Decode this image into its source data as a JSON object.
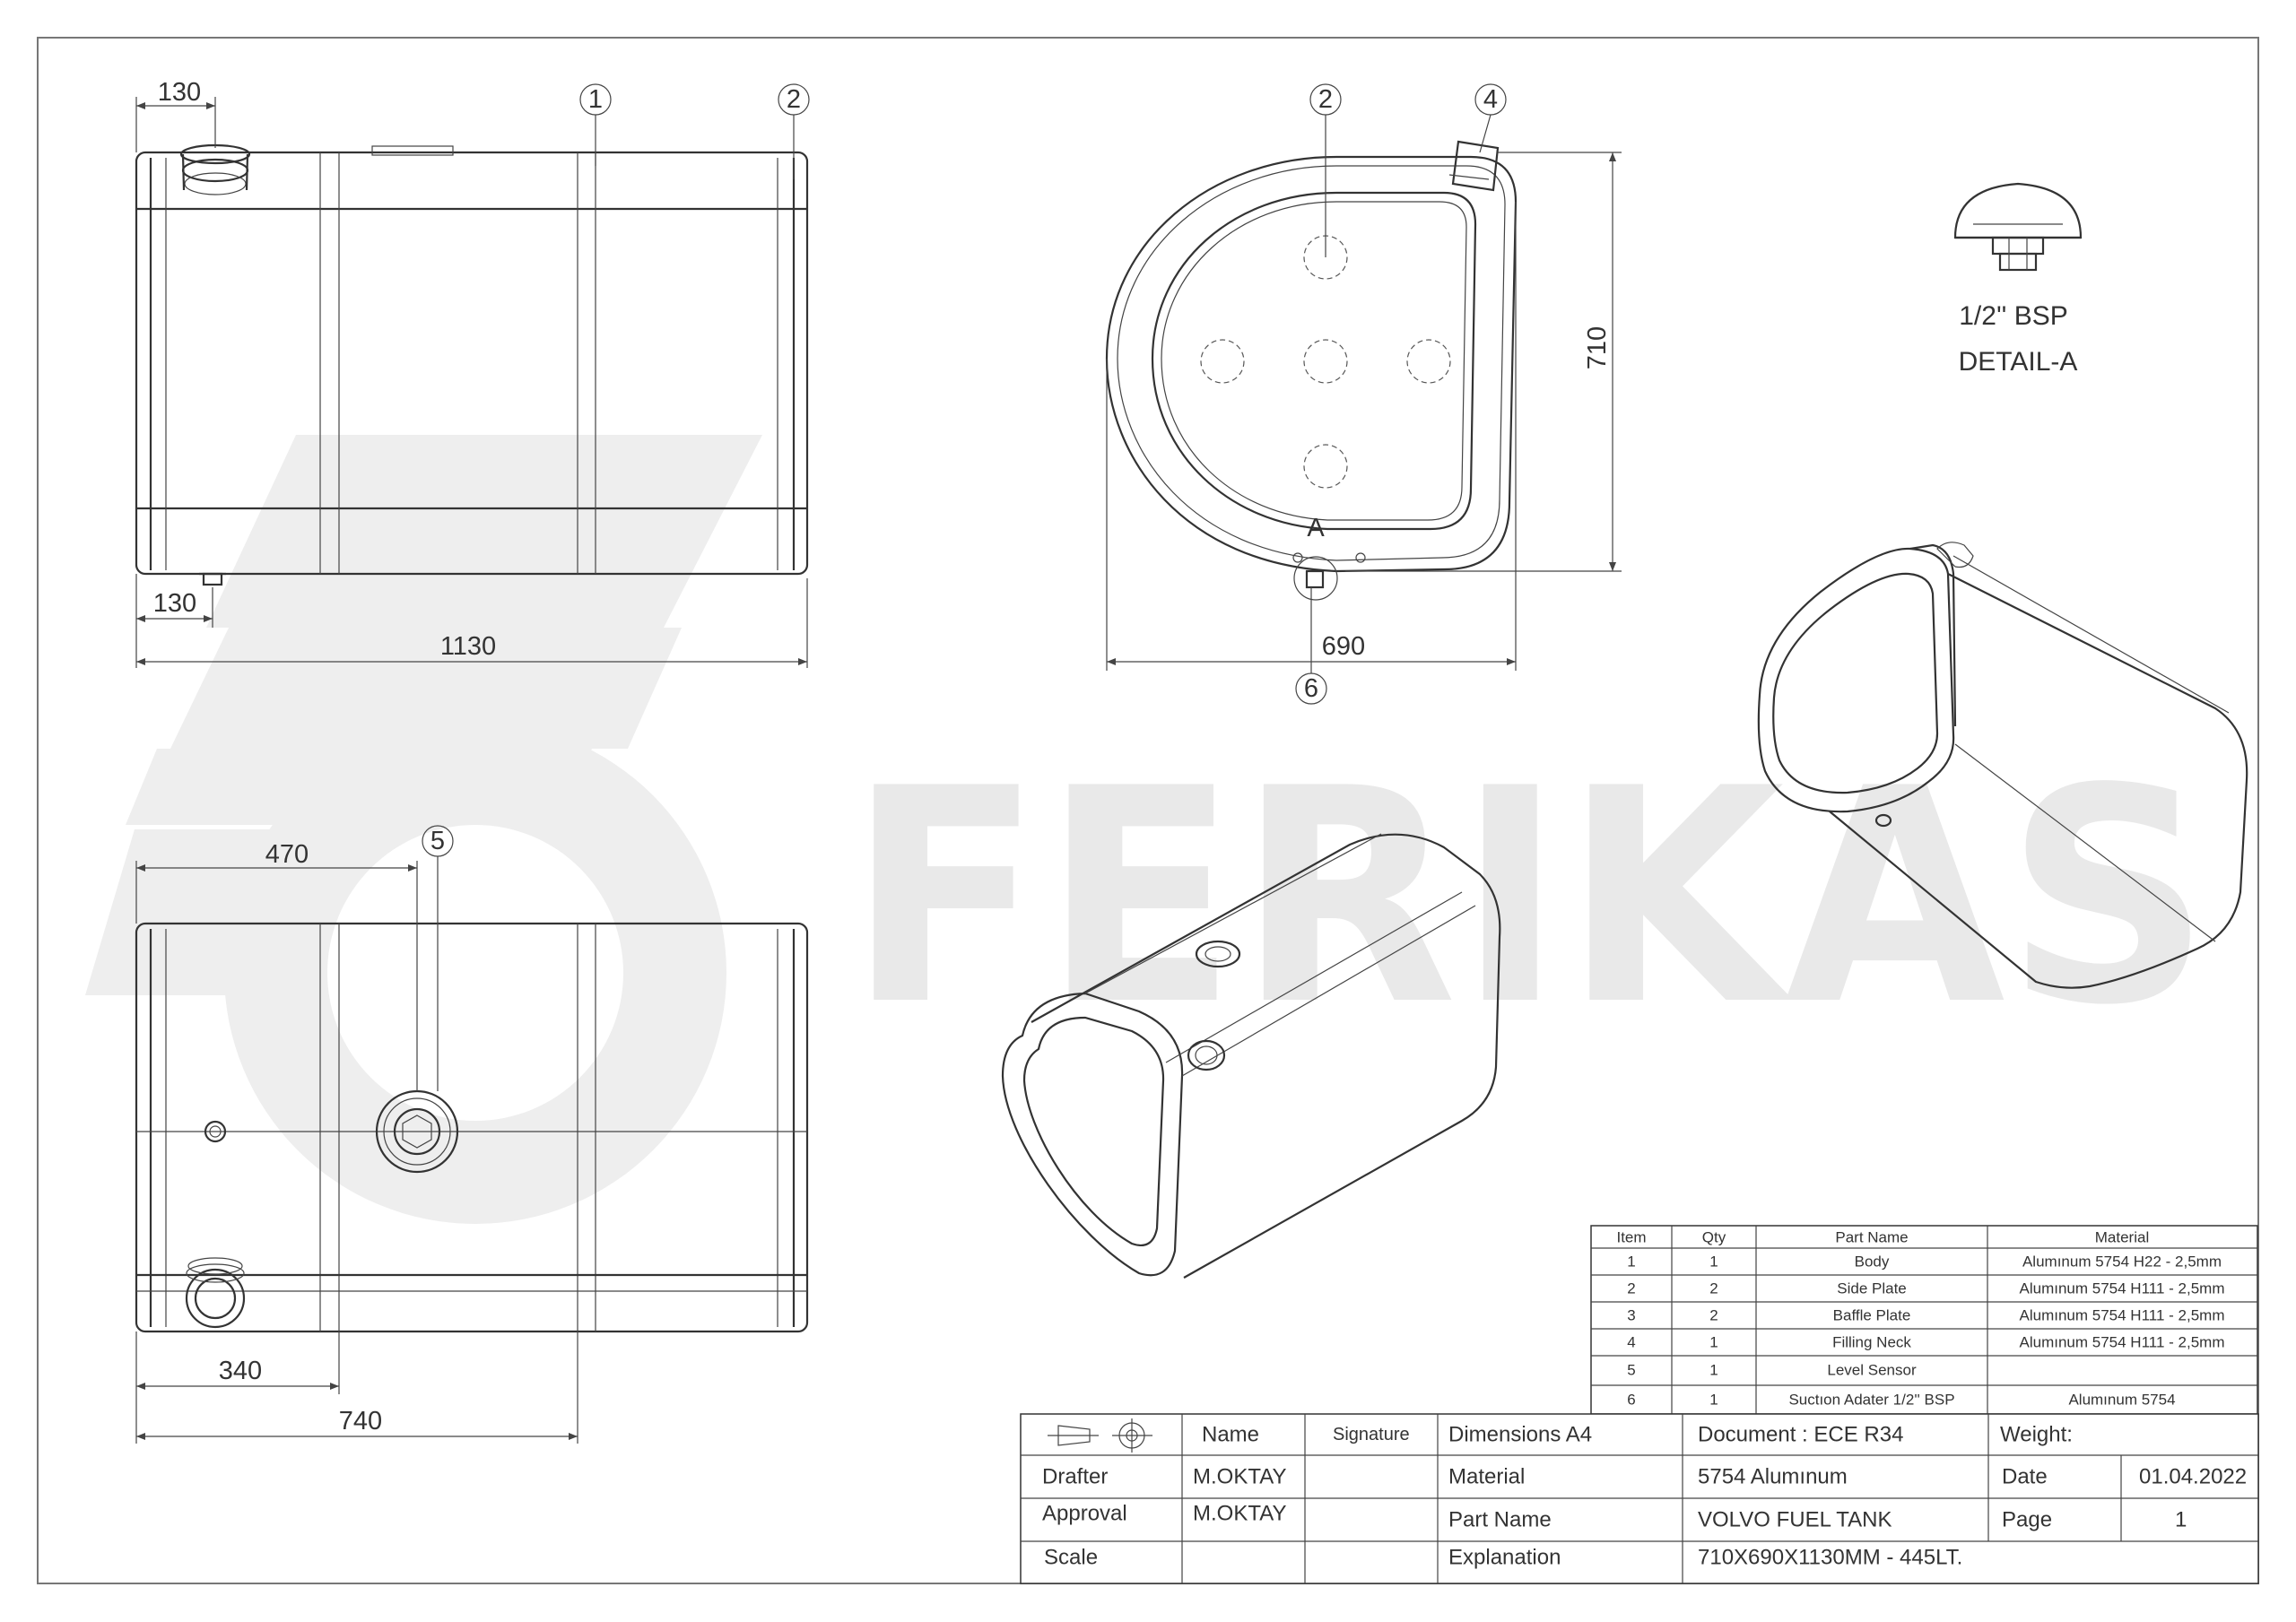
{
  "watermark": {
    "brand": "FERIKAS"
  },
  "dimensions": {
    "top_view": {
      "fill_offset": "130",
      "drain_offset": "130",
      "length": "1130"
    },
    "end_view": {
      "height": "710",
      "width": "690"
    },
    "bottom_view": {
      "sensor_offset": "470",
      "neck_offset": "340",
      "suction_offset": "740"
    }
  },
  "balloons": [
    "1",
    "2",
    "4",
    "5",
    "6"
  ],
  "detail": {
    "thread": "1/2'' BSP",
    "label": "DETAIL-A",
    "marker": "A"
  },
  "bom": {
    "headers": [
      "Item",
      "Qty",
      "Part Name",
      "Material"
    ],
    "rows": [
      [
        "1",
        "1",
        "Body",
        "Alumınum 5754 H22 - 2,5mm"
      ],
      [
        "2",
        "2",
        "Side Plate",
        "Alumınum 5754 H111 - 2,5mm"
      ],
      [
        "3",
        "2",
        "Baffle Plate",
        "Alumınum 5754 H111 - 2,5mm"
      ],
      [
        "4",
        "1",
        "Filling Neck",
        "Alumınum 5754 H111 - 2,5mm"
      ],
      [
        "5",
        "1",
        "Level Sensor",
        ""
      ],
      [
        "6",
        "1",
        "Suctıon Adater 1/2'' BSP",
        "Alumınum 5754"
      ]
    ]
  },
  "title_block": {
    "name_header": "Name",
    "signature_header": "Signature",
    "dimensions": "Dimensions  A4",
    "document": "Document : ECE R34",
    "weight": "Weight:",
    "drafter_label": "Drafter",
    "drafter_name": "M.OKTAY",
    "approval_label": "Approval",
    "approval_name": "M.OKTAY",
    "scale_label": "Scale",
    "material_label": "Material",
    "material_value": "5754 Alumınum",
    "date_label": "Date",
    "date_value": "01.04.2022",
    "part_name_label": "Part Name",
    "part_name_value": "VOLVO FUEL TANK",
    "page_label": "Page",
    "page_value": "1",
    "explanation_label": "Explanation",
    "explanation_value": "710X690X1130MM - 445LT."
  }
}
